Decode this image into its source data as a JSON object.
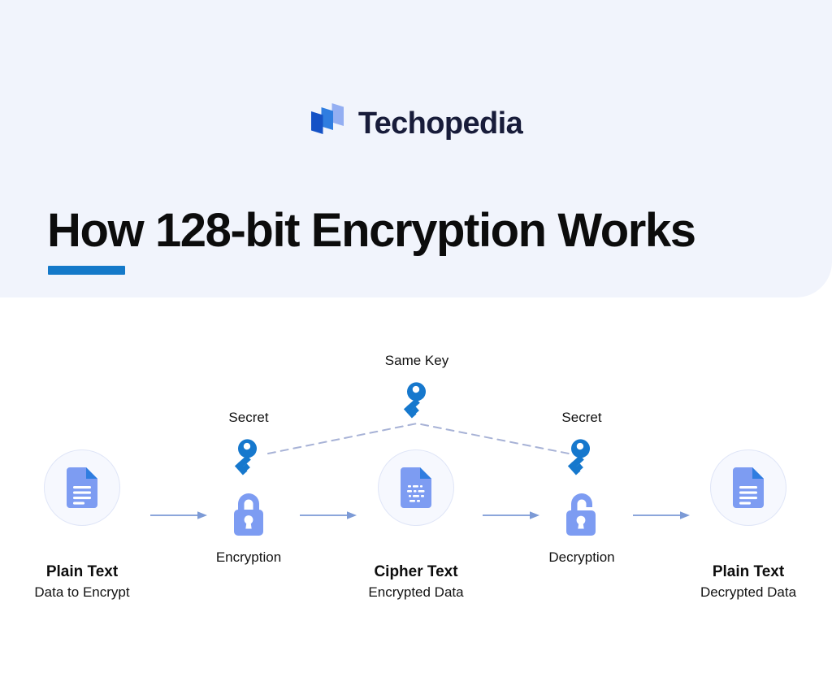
{
  "brand": {
    "name": "Techopedia",
    "mark_icon": "techopedia-logo-mark",
    "mark_colors": [
      "#1552c6",
      "#2f7de0",
      "#93aef2"
    ]
  },
  "header": {
    "title": "How 128-bit Encryption Works",
    "background_color": "#f1f4fc",
    "underline_color": "#1479c9"
  },
  "colors": {
    "key_blue": "#1678cd",
    "lock_blue": "#7d9cf2",
    "doc_blue": "#7d9cf2",
    "doc_fold_blue": "#2f7de0",
    "arrow_blue": "#7c9ad6",
    "dash_line": "#a7b2d6",
    "circle_fill": "#f6f8fe",
    "circle_border": "#dfe5f7"
  },
  "diagram": {
    "type": "symmetric-encryption-flow",
    "same_key_label": "Same Key",
    "same_key_icon": "key-icon",
    "stages": [
      {
        "id": "plain-text-input",
        "icon": "document-icon",
        "title": "Plain Text",
        "subtitle": "Data to Encrypt"
      },
      {
        "id": "encryption",
        "icon": "lock-closed-icon",
        "label": "Encryption",
        "key_label": "Secret",
        "key_icon": "key-icon"
      },
      {
        "id": "cipher-text",
        "icon": "document-encrypted-icon",
        "title": "Cipher Text",
        "subtitle": "Encrypted Data"
      },
      {
        "id": "decryption",
        "icon": "lock-open-icon",
        "label": "Decryption",
        "key_label": "Secret",
        "key_icon": "key-icon"
      },
      {
        "id": "plain-text-output",
        "icon": "document-icon",
        "title": "Plain Text",
        "subtitle": "Decrypted Data"
      }
    ],
    "arrows": [
      {
        "id": "arrow-1",
        "from": "plain-text-input",
        "to": "encryption"
      },
      {
        "id": "arrow-2",
        "from": "encryption",
        "to": "cipher-text"
      },
      {
        "id": "arrow-3",
        "from": "cipher-text",
        "to": "decryption"
      },
      {
        "id": "arrow-4",
        "from": "decryption",
        "to": "plain-text-output"
      }
    ]
  }
}
